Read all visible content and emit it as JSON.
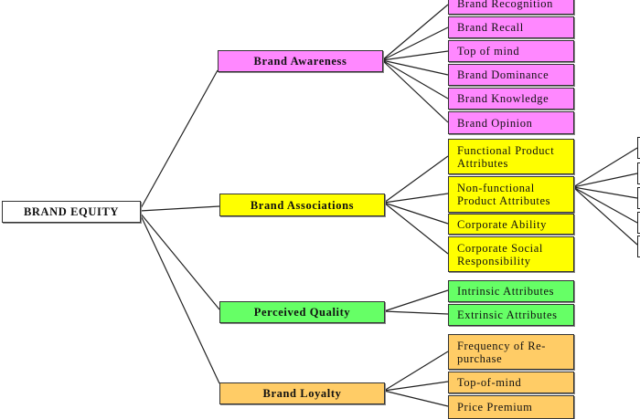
{
  "colors": {
    "awareness": "#ff88ff",
    "associations": "#ffff00",
    "quality": "#66ff66",
    "loyalty": "#ffcc66",
    "root": "#ffffff"
  },
  "root": {
    "label": "BRAND EQUITY"
  },
  "branches": [
    {
      "label": "Brand Awareness",
      "children": [
        "Brand Recognition",
        "Brand Recall",
        "Top of mind",
        "Brand Dominance",
        "Brand Knowledge",
        "Brand Opinion"
      ]
    },
    {
      "label": "Brand Associations",
      "children": [
        "Functional Product Attributes",
        "Non-functional Product Attributes",
        "Corporate Ability",
        "Corporate Social Responsibility"
      ]
    },
    {
      "label": "Perceived Quality",
      "children": [
        "Intrinsic Attributes",
        "Extrinsic Attributes"
      ]
    },
    {
      "label": "Brand Loyalty",
      "children": [
        "Frequency of Re-purchase",
        "Top-of-mind",
        "Price Premium"
      ]
    }
  ]
}
